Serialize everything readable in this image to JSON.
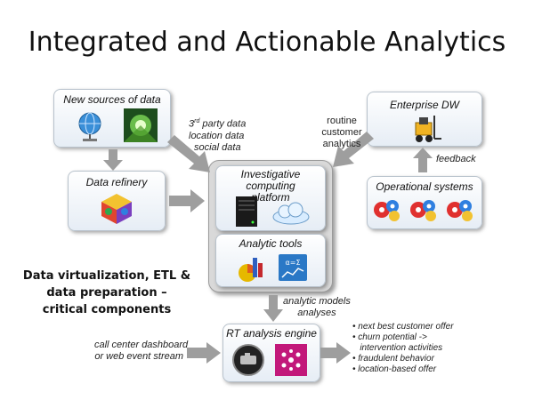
{
  "title": "Integrated and Actionable Analytics",
  "boxes": {
    "new_sources": "New sources of data",
    "data_refinery": "Data refinery",
    "investigative": "Investigative computing platform",
    "analytic_tools": "Analytic tools",
    "enterprise_dw": "Enterprise DW",
    "operational": "Operational systems",
    "rt_engine": "RT analysis engine"
  },
  "notes": {
    "third_party_sup": "rd",
    "third_party_line1_pre": "3",
    "third_party_line1_post": " party data",
    "location": "location data",
    "social": "social data",
    "routine": "routine",
    "customer": "customer",
    "analytics": "analytics",
    "feedback": "feedback",
    "analytic_models": "analytic models",
    "analyses": "analyses",
    "call_center": "call center dashboard",
    "web_event": "or web event stream"
  },
  "callout": {
    "line1": "Data virtualization, ETL &",
    "line2": "data preparation –",
    "line3": "critical components"
  },
  "outputs": [
    "• next best customer offer",
    "• churn potential ->",
    "   intervention activities",
    "• fraudulent behavior",
    "• location-based offer"
  ],
  "icons": [
    "globe-network-icon",
    "data-mosaic-icon",
    "rubiks-cube-icon",
    "server-rack-icon",
    "cloud-icon",
    "chart-icon",
    "formula-icon",
    "forklift-icon",
    "gears-icon",
    "engine-light-icon",
    "particle-icon"
  ],
  "colors": {
    "arrow": "#9e9e9e",
    "box_border": "#b8c2cc",
    "platform_bg": "#d9d9d9"
  }
}
